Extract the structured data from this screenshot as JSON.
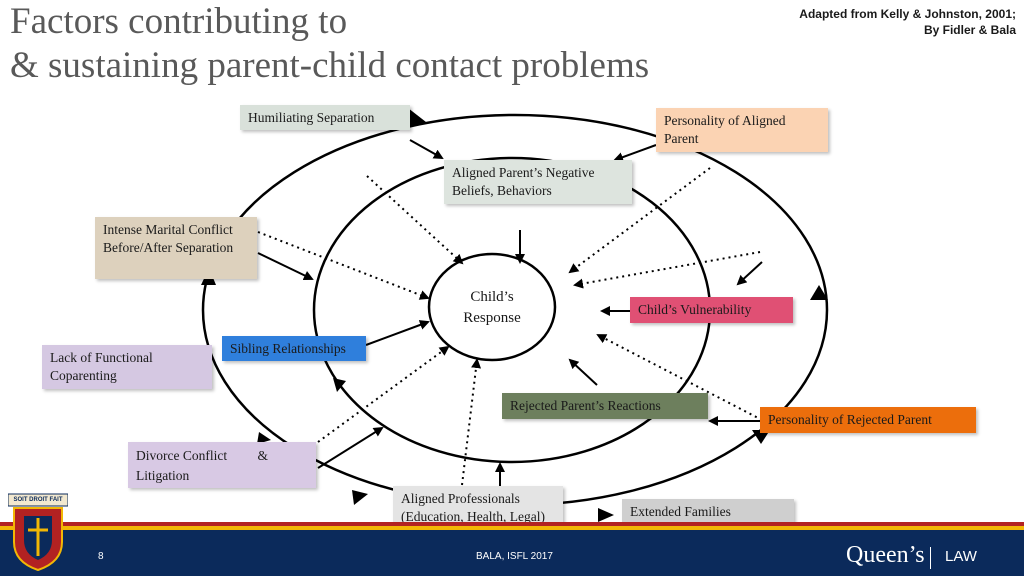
{
  "title": {
    "line1": "Factors contributing to",
    "line2": "& sustaining parent-child contact problems"
  },
  "credit": {
    "line1": "Adapted from Kelly & Johnston, 2001;",
    "line2": "By Fidler & Bala"
  },
  "center": {
    "line1": "Child’s",
    "line2": "Response"
  },
  "boxes": {
    "humiliating_separation": "Humiliating Separation",
    "personality_aligned": "Personality of Aligned Parent",
    "aligned_negative": "Aligned Parent’s Negative Beliefs, Behaviors",
    "intense_marital": "Intense Marital Conflict Before/After Separation",
    "child_vulnerability": "Child’s Vulnerability",
    "sibling_relationships": "Sibling Relationships",
    "lack_coparenting": "Lack of  Functional Coparenting",
    "rejected_reactions": "Rejected Parent’s Reactions",
    "personality_rejected": "Personality of Rejected Parent",
    "divorce_conflict": "Divorce Conflict         & Litigation",
    "aligned_professionals": "Aligned Professionals (Education, Health, Legal)",
    "extended_families": "Extended Families"
  },
  "footer": {
    "page_number": "8",
    "text": "BALA, ISFL 2017",
    "logo": "Queen’s",
    "law": "LAW",
    "crest_motto": "SOIT DROIT FAIT"
  },
  "colors": {
    "humiliating": "#d9e1da",
    "aligned_personality": "#fbd3b3",
    "aligned_negative": "#dde4de",
    "intense_marital": "#ddd1bd",
    "child_vulnerability": "#e05074",
    "sibling": "#2f7fdc",
    "lack": "#d5c8e2",
    "rejected_reactions": "#6d7f5d",
    "personality_rejected": "#ec6e0c",
    "divorce": "#d8c9e4",
    "aligned_professionals": "#e4e4e4",
    "extended": "#cfcfcf",
    "footer_navy": "#0b2a5b"
  }
}
